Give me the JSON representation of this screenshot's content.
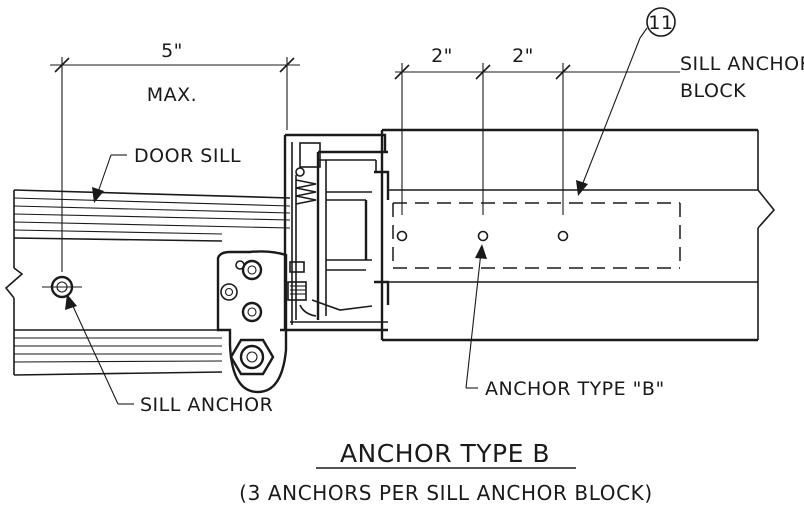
{
  "dimensions": {
    "left_value": "5\"",
    "left_qualifier": "MAX.",
    "spacing_1": "2\"",
    "spacing_2": "2\""
  },
  "callouts": {
    "item_number": "11",
    "sill_anchor_block_line1": "SILL ANCHOR",
    "sill_anchor_block_line2": "BLOCK",
    "door_sill": "DOOR SILL",
    "sill_anchor": "SILL ANCHOR",
    "anchor_type_b": "ANCHOR TYPE \"B\""
  },
  "title": "ANCHOR TYPE B",
  "subtitle": "(3 ANCHORS PER SILL ANCHOR BLOCK)",
  "colors": {
    "ink": "#1a1a1a",
    "background": "#ffffff"
  }
}
